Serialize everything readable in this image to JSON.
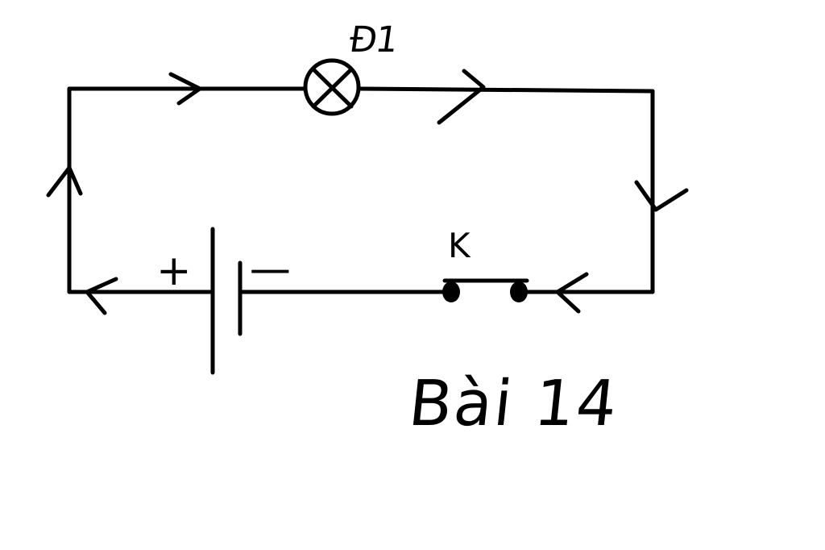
{
  "diagram": {
    "lamp_label": "Đ1",
    "switch_label": "K",
    "battery_plus": "+",
    "battery_minus": "−",
    "caption": "Bài 14",
    "stroke_color": "#000000",
    "background_color": "#ffffff"
  }
}
